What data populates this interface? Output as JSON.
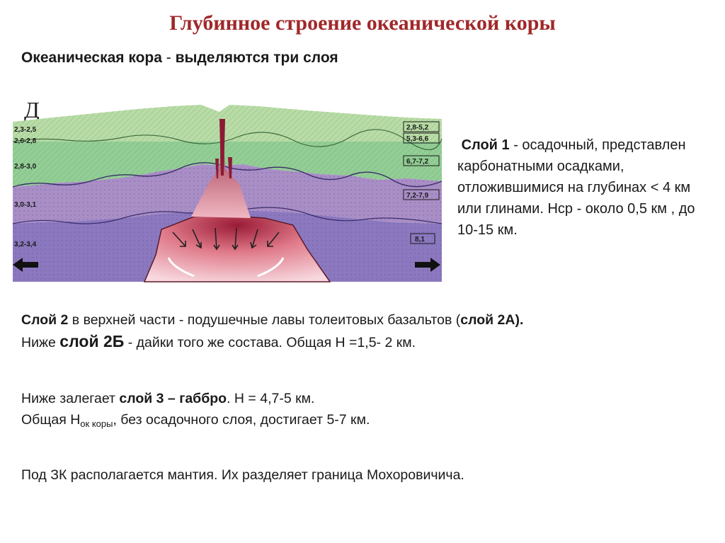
{
  "title": "Глубинное строение океанической коры",
  "subtitle": {
    "part1": "Океаническая кора",
    "part2": " - ",
    "part3": "выделяются три слоя"
  },
  "figure": {
    "letter": "Д",
    "left_labels": [
      "2,3-2,5",
      "2,6-2,8",
      "2,8-3,0",
      "3,0-3,1",
      "3,2-3,4"
    ],
    "right_labels": [
      "2,8-5,2",
      "5,3-6,6",
      "6,7-7,2",
      "7,2-7,9",
      "8,1"
    ],
    "colors": {
      "layer1": "#b5d9a4",
      "layer2": "#8fcc92",
      "layer3": "#a78cc4",
      "layer4": "#8a76bd",
      "magma": "#d96a7c",
      "magma_light": "#f2c6cf"
    }
  },
  "side": {
    "layer_label": "Слой 1",
    "rest": " -  осадочный, представлен карбонатными осадками, отложившимися на глубинах < 4 км или глинами.  Нср - около 0,5 км , до 10-15 км."
  },
  "p1": {
    "a": "Слой 2",
    "b": " в верхней части - подушечные лавы толеитовых базальтов (",
    "c": "слой 2А",
    "d": ").",
    "e": "Ниже ",
    "f": "слой 2Б",
    "g": " - дайки того же состава. Общая Н =1,5- 2 км."
  },
  "p2": {
    "a": "Ниже залегает ",
    "b": "слой 3 – габбро",
    "c": ". Н = 4,7-5 км.",
    "d": " Общая Н",
    "sub": "ок коры",
    "e": ", без осадочного слоя, достигает 5-7 км."
  },
  "p3": {
    "text": "Под ЗК располагается мантия. Их разделяет граница Мохоровичича."
  }
}
